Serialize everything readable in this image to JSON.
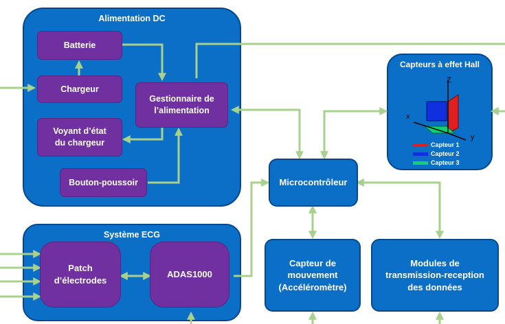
{
  "alimentation": {
    "title": "Alimentation DC",
    "batterie": "Batterie",
    "chargeur": "Chargeur",
    "voyant": "Voyant d’état\ndu chargeur",
    "bouton": "Bouton-poussoir",
    "gestionnaire": "Gestionnaire de\nl’alimentation"
  },
  "ecg": {
    "title": "Système ECG",
    "patch": "Patch\nd’électrodes",
    "adas": "ADAS1000"
  },
  "hall": {
    "title": "Capteurs à effet Hall",
    "axis_z": "Z",
    "axis_x": "x",
    "axis_y": "y",
    "legend": [
      {
        "label": "Capteur 1",
        "color": "#e02020"
      },
      {
        "label": "Capteur 2",
        "color": "#1030e0"
      },
      {
        "label": "Capteur 3",
        "color": "#10d070"
      }
    ]
  },
  "micro": "Microcontrôleur",
  "capteur_mouvement": "Capteur de\nmouvement\n(Accéléromètre)",
  "modules": "Modules de\ntransmission-reception\ndes données",
  "colors": {
    "block_blue": "#0b6fc7",
    "block_purple": "#7030a0",
    "arrow_green": "#a9d18e"
  }
}
